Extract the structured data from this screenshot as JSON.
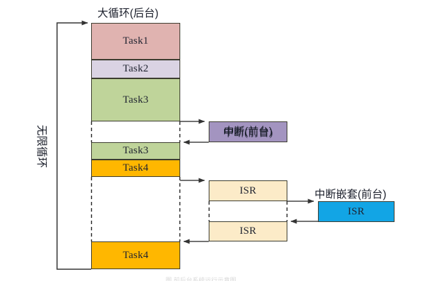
{
  "diagram": {
    "title_main": "大循环(后台)",
    "title_interrupt": "中断(前台)",
    "title_nested": "中断嵌套(前台)",
    "loop_label": "无限循环",
    "bottom_caption": "图 前后台系统运行示意图"
  },
  "main_column": {
    "blocks": [
      {
        "label": "Task1",
        "color": "#e0b3b0"
      },
      {
        "label": "Task2",
        "color": "#dad3e3"
      },
      {
        "label": "Task3",
        "color": "#bfd49a"
      },
      {
        "label": "",
        "color": "#ffffff"
      },
      {
        "label": "Task3",
        "color": "#bfd49a"
      },
      {
        "label": "Task4",
        "color": "#ffb700"
      },
      {
        "label": "",
        "color": "#ffffff"
      },
      {
        "label": "Task4",
        "color": "#ffb700"
      }
    ]
  },
  "interrupt_column": {
    "blocks": [
      {
        "label": "中断(前台)",
        "color": "#a394c0"
      }
    ]
  },
  "isr_column": {
    "blocks": [
      {
        "label": "ISR",
        "color": "#fcebc8"
      },
      {
        "label": "",
        "color": "#ffffff"
      },
      {
        "label": "ISR",
        "color": "#fcebc8"
      }
    ]
  },
  "nested_column": {
    "blocks": [
      {
        "label": "ISR",
        "color": "#12a5e5"
      }
    ]
  },
  "colors": {
    "task1": "#e0b3b0",
    "task2": "#dad3e3",
    "task3": "#bfd49a",
    "task4": "#ffb700",
    "interrupt": "#a394c0",
    "isr": "#fcebc8",
    "nested_isr": "#12a5e5",
    "stroke": "#3b3b2e",
    "text": "#1f2330"
  }
}
